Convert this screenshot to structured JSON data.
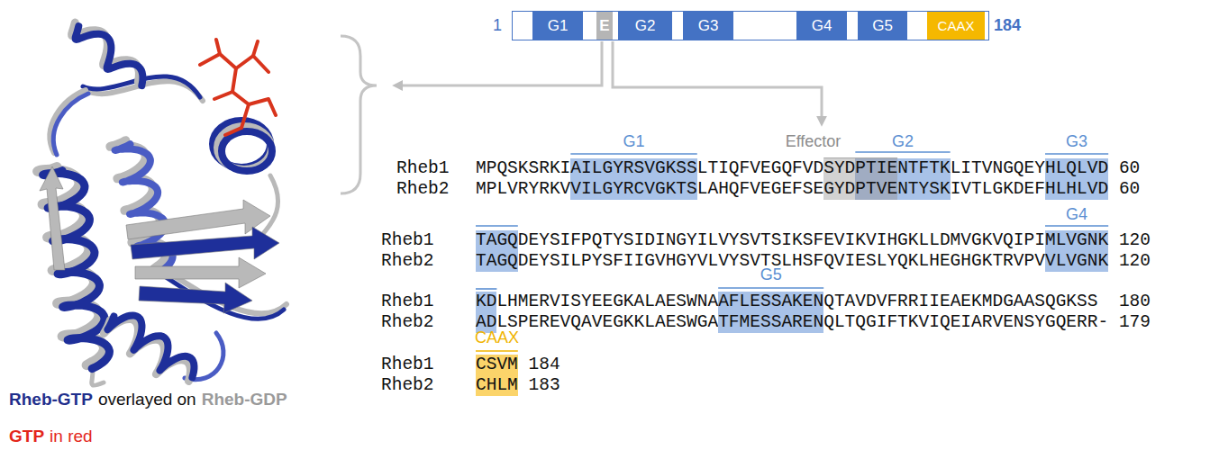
{
  "diagram": {
    "nodes": [
      {
        "text": [
          "1",
          "184"
        ]
      },
      {
        "text": [
          "G1"
        ],
        "in": 0
      },
      {
        "text": [
          "E"
        ],
        "in": 0
      },
      {
        "text": [
          "G2"
        ],
        "in": 0
      },
      {
        "text": [
          "G3"
        ],
        "in": 0
      },
      {
        "text": [
          "G4"
        ],
        "in": 0
      },
      {
        "text": [
          "G5"
        ],
        "in": 0
      },
      {
        "text": [
          "CAAX"
        ],
        "in": 0
      }
    ],
    "labels": [
      "G1",
      "Effector",
      "G2",
      "G3",
      "Rheb1",
      "MPQSKSRKI",
      "AILGYRSVGKSS",
      "LTIQFVEGQFVD",
      "SYD",
      "PTIE",
      "NTFTK",
      "LITVNGQEY",
      "HLQLVD",
      "60",
      "Rheb2",
      "MPLVRYRKV",
      "VILGYRCVGKTS",
      "LAHQFVEGEFSE",
      "GYD",
      "PTVE",
      "NTYSK",
      "IVTLGKDEF",
      "HLHLVD",
      "60",
      "G4",
      "Rheb1",
      "TAGQ",
      "DEYSIFPQTYSIDINGYILVYSVTSIKSFEVIKVIHGKLLDMVGKVQIPI",
      "MLVGNK",
      "120",
      "Rheb2",
      "TAGQ",
      "DEYSILPYSFIIGVHGYVLVYSVTSLHSFQVIESLYQKLHEGHGKTRVPV",
      "VLVGNK",
      "120",
      "G5",
      "Rheb1",
      "KD",
      "LHMERVISYEEGKALAESWNA",
      "AFLESSAKEN",
      "QTAVDVFRRIIEAEKMDGAASQGKSS",
      "180",
      "Rheb2",
      "AD",
      "LSPEREVQAVEGKKLAESWGA",
      "TFMESSAREN",
      "QLTQGIFTKVIQEIARVENSYGQERR-",
      "179",
      "CAAX",
      "Rheb1",
      "CSVM",
      "184",
      "Rheb2",
      "CHLM",
      "183",
      "Rheb-GTP",
      "overlayed on",
      "Rheb-GDP",
      "GTP",
      "in red"
    ]
  }
}
